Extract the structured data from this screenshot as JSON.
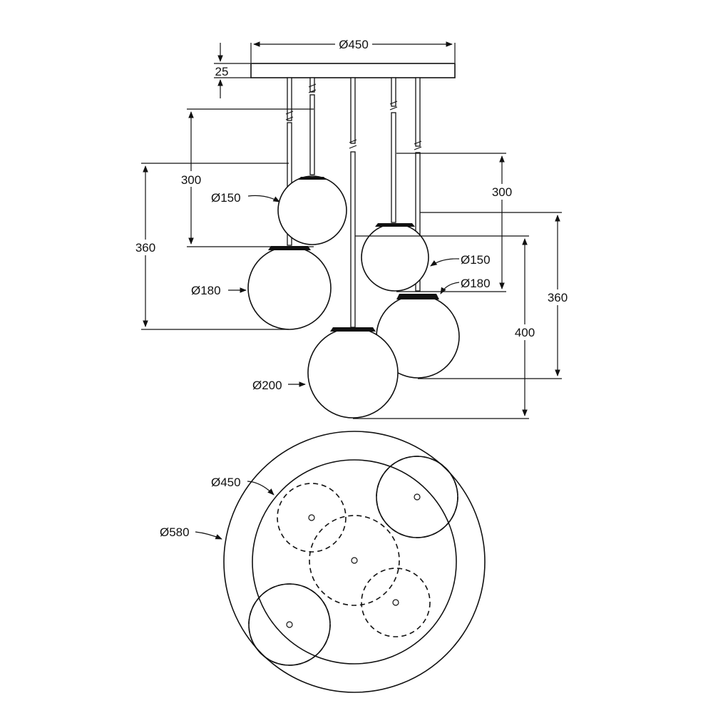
{
  "elevation": {
    "canopy_diameter": "Ø450",
    "canopy_height": "25",
    "left_drop_upper": "300",
    "left_drop_lower": "360",
    "right_drop_upper": "300",
    "right_drop_lower": "360",
    "center_drop": "400",
    "globe_left_small": "Ø150",
    "globe_left_large": "Ø180",
    "globe_center": "Ø200",
    "globe_right_small": "Ø150",
    "globe_right_large": "Ø180"
  },
  "plan": {
    "canopy_diameter": "Ø450",
    "overall_diameter": "Ø580"
  }
}
